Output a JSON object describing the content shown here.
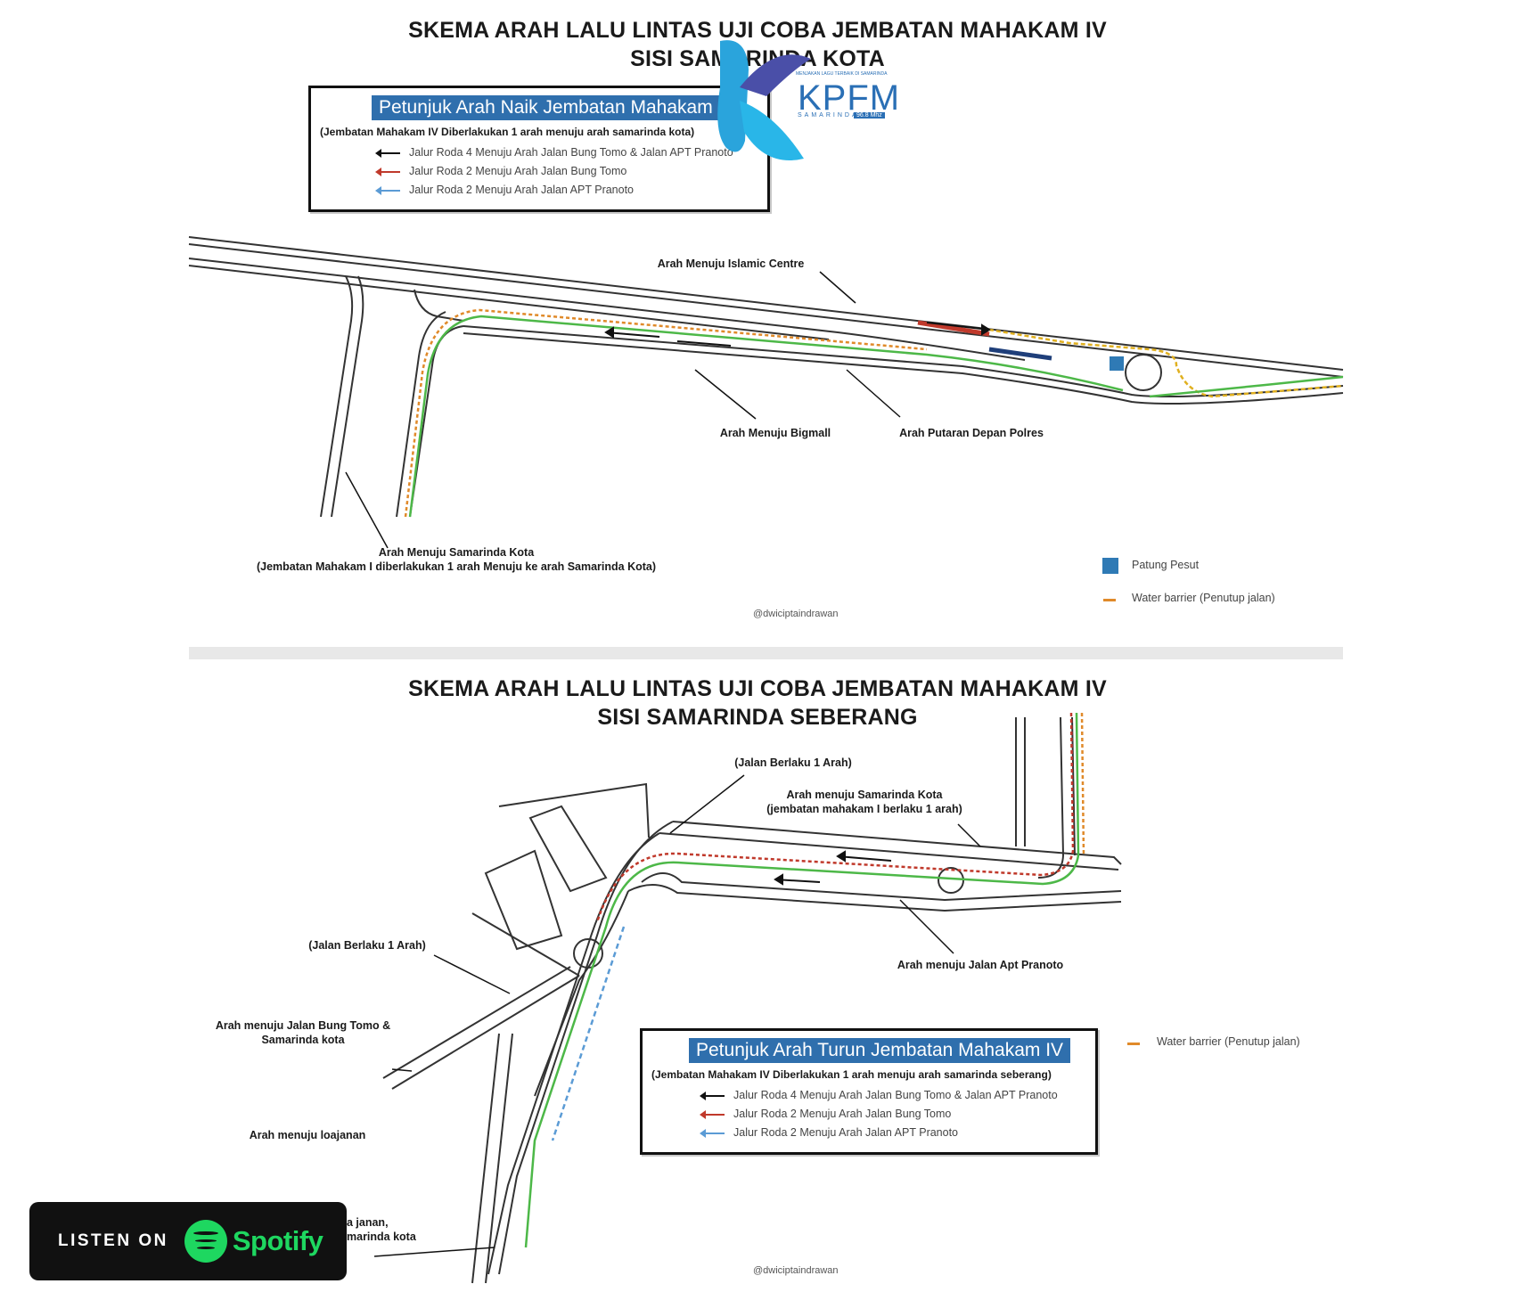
{
  "top": {
    "title_line1": "SKEMA ARAH LALU LINTAS UJI COBA JEMBATAN MAHAKAM IV",
    "title_line2": "SISI SAMARINDA KOTA",
    "legend": {
      "heading": "Petunjuk Arah Naik Jembatan Mahakam IV",
      "subtitle": "(Jembatan Mahakam IV Diberlakukan 1 arah menuju arah samarinda kota)",
      "items": [
        {
          "label": "Jalur Roda 4 Menuju Arah Jalan Bung Tomo & Jalan APT Pranoto",
          "color": "#111111"
        },
        {
          "label": "Jalur Roda 2 Menuju Arah Jalan Bung Tomo",
          "color": "#c0392b"
        },
        {
          "label": "Jalur Roda 2 Menuju Arah Jalan APT Pranoto",
          "color": "#5b9bd5"
        }
      ]
    },
    "labels": {
      "islamic_centre": "Arah Menuju Islamic Centre",
      "bigmall": "Arah Menuju Bigmall",
      "putaran": "Arah Putaran Depan Polres",
      "samarinda_kota_1": "Arah Menuju Samarinda Kota",
      "samarinda_kota_2": "(Jembatan Mahakam I diberlakukan 1 arah Menuju ke arah Samarinda Kota)"
    },
    "key": {
      "patung": "Patung Pesut",
      "water_barrier": "Water barrier (Penutup jalan)"
    },
    "credit": "@dwiciptaindrawan"
  },
  "bottom": {
    "title_line1": "SKEMA ARAH LALU LINTAS UJI COBA JEMBATAN MAHAKAM IV",
    "title_line2": "SISI SAMARINDA SEBERANG",
    "legend": {
      "heading": "Petunjuk Arah Turun Jembatan Mahakam IV",
      "subtitle": "(Jembatan Mahakam IV Diberlakukan 1 arah menuju arah samarinda seberang)",
      "items": [
        {
          "label": "Jalur Roda 4 Menuju Arah Jalan Bung Tomo & Jalan APT Pranoto",
          "color": "#111111"
        },
        {
          "label": "Jalur Roda 2 Menuju Arah Jalan Bung Tomo",
          "color": "#c0392b"
        },
        {
          "label": "Jalur Roda 2 Menuju Arah Jalan APT Pranoto",
          "color": "#5b9bd5"
        }
      ]
    },
    "labels": {
      "berlaku_top": "(Jalan Berlaku 1 Arah)",
      "samarinda_kota_1": "Arah menuju Samarinda Kota",
      "samarinda_kota_2": "(jembatan mahakam I berlaku 1 arah)",
      "berlaku_left": "(Jalan Berlaku 1 Arah)",
      "apt_pranoto": "Arah menuju Jalan Apt Pranoto",
      "bung_tomo_1": "Arah menuju Jalan Bung Tomo &",
      "bung_tomo_2": "Samarinda kota",
      "loajanan": "Arah menuju loajanan",
      "partial_1": "a janan,",
      "partial_2": "marinda kota"
    },
    "key": {
      "water_barrier": "Water barrier (Penutup jalan)"
    },
    "credit": "@dwiciptaindrawan"
  },
  "spotify": {
    "listen": "LISTEN ON",
    "brand": "Spotify",
    "color": "#1ed760"
  },
  "logo": {
    "name": "KPFM",
    "tagline": "MENJAKAN LAGU TERBAIK DI SAMARINDA",
    "city": "SAMARINDA",
    "freq": "96.8 Mhz",
    "color": "#2a6fb5"
  }
}
